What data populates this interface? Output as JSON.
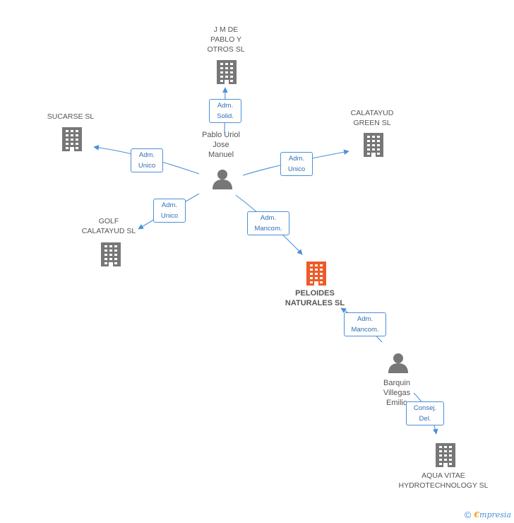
{
  "colors": {
    "edge": "#4a90d9",
    "building": "#777777",
    "building_main": "#f05a28",
    "person": "#777777"
  },
  "nodes": {
    "jm": [
      "J M DE",
      "PABLO Y",
      "OTROS SL"
    ],
    "sucarse": [
      "SUCARSE SL"
    ],
    "calatayud_green": [
      "CALATAYUD",
      "GREEN  SL"
    ],
    "golf": [
      "GOLF",
      "CALATAYUD SL"
    ],
    "pablo": [
      "Pablo Uriol",
      "Jose",
      "Manuel"
    ],
    "peloides": [
      "PELOIDES",
      "NATURALES SL"
    ],
    "barquin": [
      "Barquin",
      "Villegas",
      "Emilio"
    ],
    "aqua": [
      "AQUA VITAE",
      "HYDROTECHNOLOGY SL"
    ]
  },
  "roles": {
    "jm": [
      "Adm.",
      "Solid."
    ],
    "sucarse": [
      "Adm.",
      "Unico"
    ],
    "calatayud_green": [
      "Adm.",
      "Unico"
    ],
    "golf": [
      "Adm.",
      "Unico"
    ],
    "peloides_pablo": [
      "Adm.",
      "Mancom."
    ],
    "peloides_barquin": [
      "Adm.",
      "Mancom."
    ],
    "aqua": [
      "Consej.",
      "Del."
    ]
  },
  "footer": {
    "copyright": "©",
    "brand_first": "€",
    "brand_rest": "mpresia"
  }
}
